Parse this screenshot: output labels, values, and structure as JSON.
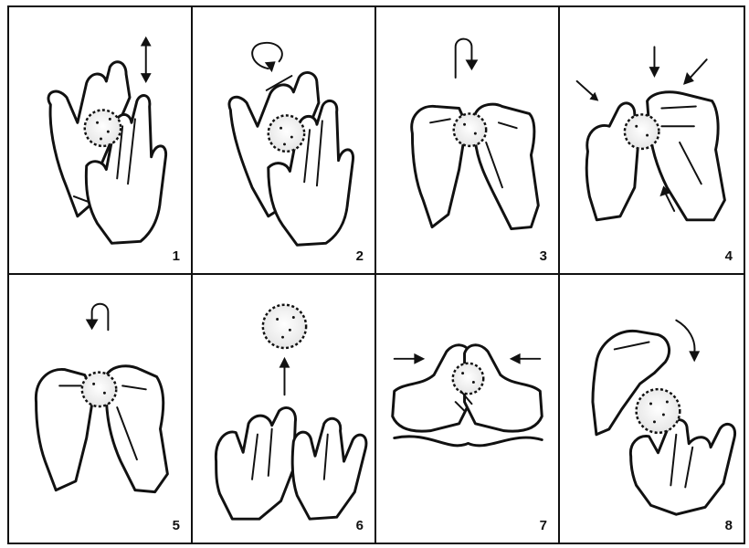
{
  "panels": [
    {
      "number": "1",
      "action": "vertical-shake"
    },
    {
      "number": "2",
      "action": "circular-roll"
    },
    {
      "number": "3",
      "action": "flip-over"
    },
    {
      "number": "4",
      "action": "squeeze-from-sides"
    },
    {
      "number": "5",
      "action": "flip-over"
    },
    {
      "number": "6",
      "action": "toss-up"
    },
    {
      "number": "7",
      "action": "press-together"
    },
    {
      "number": "8",
      "action": "roll-down-into-palm"
    }
  ]
}
